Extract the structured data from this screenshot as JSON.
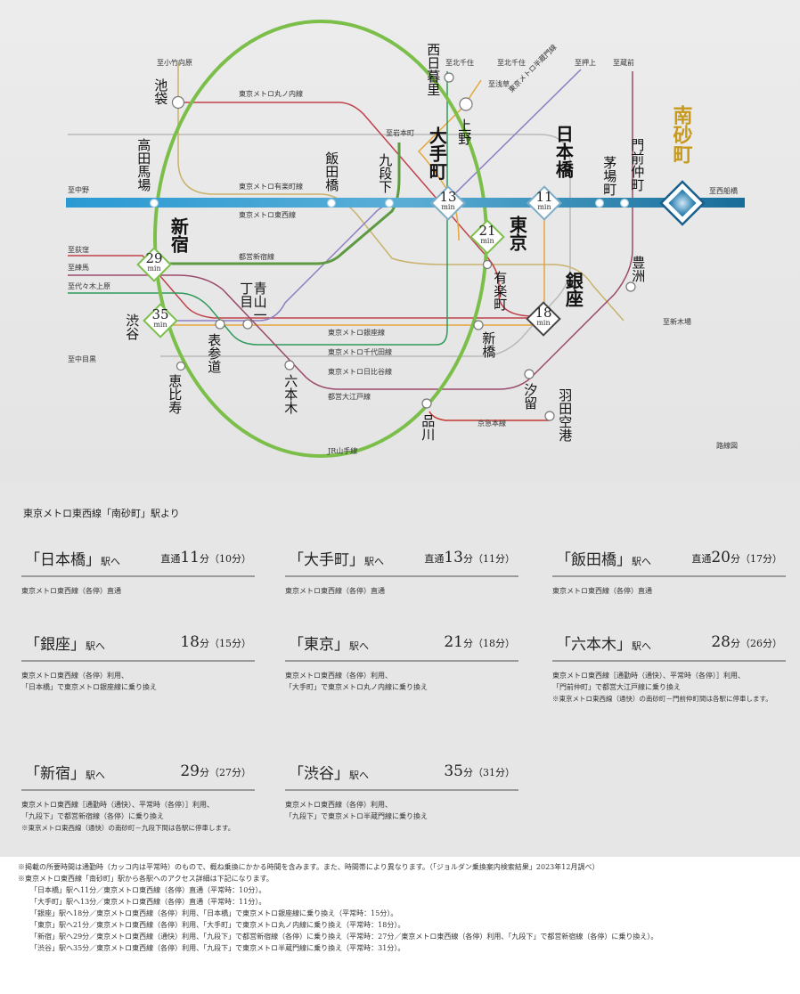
{
  "map": {
    "caption": "路線図",
    "colors": {
      "tozai": "#2a9ad4",
      "yamanote": "#7bbf4a",
      "marunouchi": "#c0404a",
      "yurakucho": "#c9b26c",
      "hanzomon": "#8c7fc2",
      "ginza": "#e5a63b",
      "chiyoda": "#2f9a5a",
      "hibiya": "#b0b0b0",
      "oedo": "#9a4a6c",
      "shinjuku": "#5e9a42",
      "keikyu": "#c43a30",
      "highlight": "#c79a1e"
    },
    "line_labels": {
      "marunouchi": "東京メトロ丸ノ内線",
      "yurakucho": "東京メトロ有楽町線",
      "tozai": "東京メトロ東西線",
      "toei_shinjuku": "都営新宿線",
      "hanzomon": "東京メトロ半蔵門線",
      "ginza": "東京メトロ銀座線",
      "chiyoda": "東京メトロ千代田線",
      "hibiya": "東京メトロ日比谷線",
      "oedo": "都営大江戸線",
      "keikyu": "京急本線",
      "yamanote": "JR山手線"
    },
    "directions": {
      "kotake": "至小竹向原",
      "nakano": "至中野",
      "ogikubo": "至荻窪",
      "nerima": "至練馬",
      "yoyogi": "至代々木上原",
      "nakameguro": "至中目黒",
      "iwamotocho": "至岩本町",
      "kitasenju1": "至北千住",
      "kitasenju2": "至北千住",
      "asakusa": "至浅草",
      "oshiage": "至押上",
      "kuramae": "至蔵前",
      "nishifunabashi": "至西船橋",
      "shinkiba": "至新木場"
    },
    "stations": {
      "ikebukuro": "池袋",
      "takadanobaba": "高田馬場",
      "shinjuku": "新宿",
      "shibuya": "渋谷",
      "ebisu": "恵比寿",
      "omotesando": "表参道",
      "aoyama": "青山一丁目",
      "roppongi": "六本木",
      "iidabashi": "飯田橋",
      "kudanshita": "九段下",
      "nishinippori": "西日暮里",
      "ueno": "上野",
      "otemachi": "大手町",
      "nihonbashi": "日本橋",
      "tokyo": "東京",
      "yurakucho": "有楽町",
      "ginza": "銀座",
      "shimbashi": "新橋",
      "shiodome": "汐留",
      "shinagawa": "品川",
      "haneda": "羽田空港",
      "kayabacho": "茅場町",
      "monzen": "門前仲町",
      "toyosu": "豊洲",
      "minamisunamachi": "南砂町"
    },
    "times": {
      "unit": "min",
      "otemachi": "13",
      "nihonbashi": "11",
      "tokyo": "21",
      "shinjuku": "29",
      "shibuya": "35",
      "ginza": "18"
    }
  },
  "access": {
    "title": "東京メトロ東西線「南砂町」駅より",
    "cards": [
      {
        "dest": "「日本橋」",
        "suffix": "駅へ",
        "prefix": "直通",
        "time": "11",
        "unit": "分",
        "off": "（10分）",
        "desc": [
          "東京メトロ東西線（各停）直通"
        ],
        "note": []
      },
      {
        "dest": "「大手町」",
        "suffix": "駅へ",
        "prefix": "直通",
        "time": "13",
        "unit": "分",
        "off": "（11分）",
        "desc": [
          "東京メトロ東西線（各停）直通"
        ],
        "note": []
      },
      {
        "dest": "「飯田橋」",
        "suffix": "駅へ",
        "prefix": "直通",
        "time": "20",
        "unit": "分",
        "off": "（17分）",
        "desc": [
          "東京メトロ東西線（各停）直通"
        ],
        "note": []
      },
      {
        "dest": "「銀座」",
        "suffix": "駅へ",
        "prefix": "",
        "time": "18",
        "unit": "分",
        "off": "（15分）",
        "desc": [
          "東京メトロ東西線（各停）利用、",
          "「日本橋」で東京メトロ銀座線に乗り換え"
        ],
        "note": []
      },
      {
        "dest": "「東京」",
        "suffix": "駅へ",
        "prefix": "",
        "time": "21",
        "unit": "分",
        "off": "（18分）",
        "desc": [
          "東京メトロ東西線（各停）利用、",
          "「大手町」で東京メトロ丸ノ内線に乗り換え"
        ],
        "note": []
      },
      {
        "dest": "「六本木」",
        "suffix": "駅へ",
        "prefix": "",
        "time": "28",
        "unit": "分",
        "off": "（26分）",
        "desc": [
          "東京メトロ東西線［通勤時（通快）、平常時（各停）］利用、",
          "「門前仲町」で都営大江戸線に乗り換え"
        ],
        "note": [
          "※東京メトロ東西線（通快）の南砂町－門前仲町間は各駅に停車します。"
        ]
      },
      {
        "dest": "「新宿」",
        "suffix": "駅へ",
        "prefix": "",
        "time": "29",
        "unit": "分",
        "off": "（27分）",
        "desc": [
          "東京メトロ東西線［通勤時（通快）、平常時（各停）］利用、",
          "「九段下」で都営新宿線（各停）に乗り換え"
        ],
        "note": [
          "※東京メトロ東西線（通快）の南砂町－九段下間は各駅に停車します。"
        ]
      },
      {
        "dest": "「渋谷」",
        "suffix": "駅へ",
        "prefix": "",
        "time": "35",
        "unit": "分",
        "off": "（31分）",
        "desc": [
          "東京メトロ東西線（各停）利用、",
          "「九段下」で東京メトロ半蔵門線に乗り換え"
        ],
        "note": []
      }
    ]
  },
  "footnotes": [
    "※掲載の所要時間は通勤時（カッコ内は平常時）のもので、概ね乗換にかかる時間を含みます。また、時間帯により異なります。（「ジョルダン乗換案内検索結果」2023年12月調べ）",
    "※東京メトロ東西線「南砂町」駅から各駅へのアクセス詳細は下記になります。",
    "「日本橋」駅へ11分／東京メトロ東西線（各停）直通（平常時：10分）。",
    "「大手町」駅へ13分／東京メトロ東西線（各停）直通（平常時：11分）。",
    "「銀座」駅へ18分／東京メトロ東西線（各停）利用、「日本橋」で東京メトロ銀座線に乗り換え（平常時：15分）。",
    "「東京」駅へ21分／東京メトロ東西線（各停）利用、「大手町」で東京メトロ丸ノ内線に乗り換え（平常時：18分）。",
    "「新宿」駅へ29分／東京メトロ東西線（通快）利用、「九段下」で都営新宿線（各停）に乗り換え（平常時：27分／東京メトロ東西線（各停）利用、「九段下」で都営新宿線（各停）に乗り換え）。",
    "「渋谷」駅へ35分／東京メトロ東西線（各停）利用、「九段下」で東京メトロ半蔵門線に乗り換え（平常時：31分）。"
  ]
}
